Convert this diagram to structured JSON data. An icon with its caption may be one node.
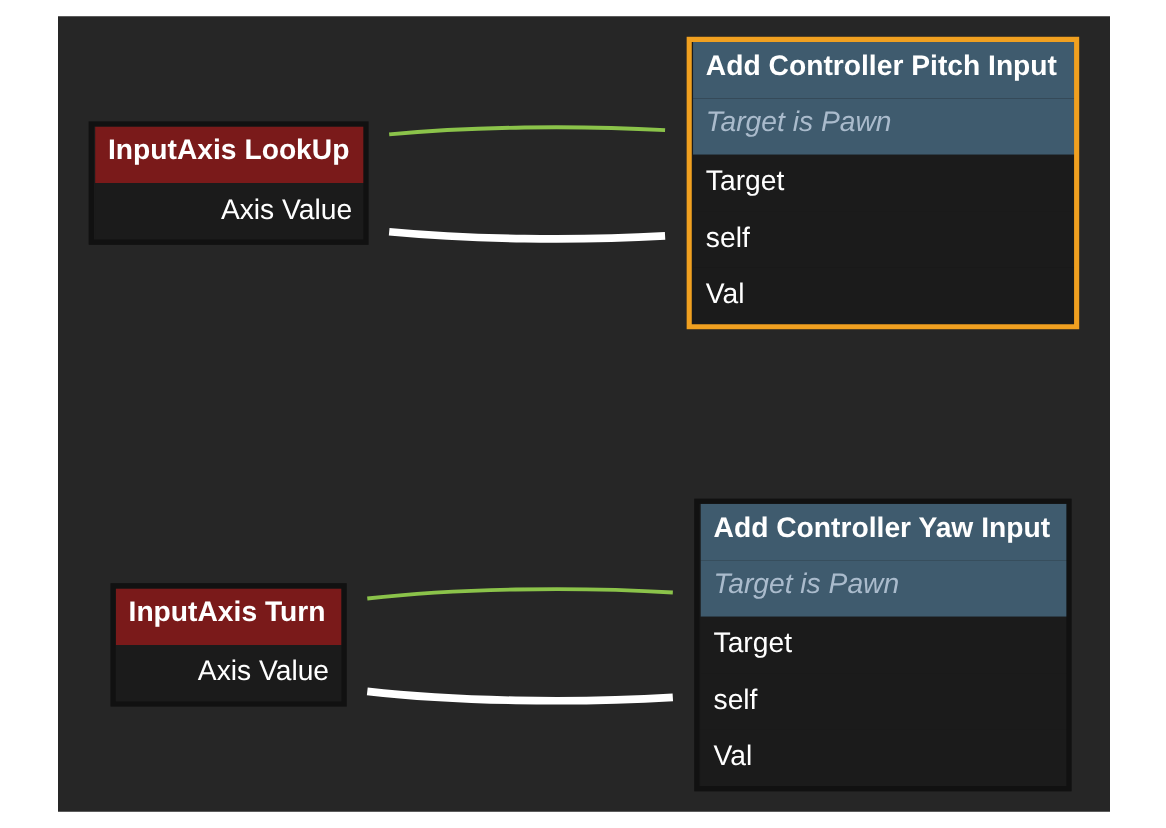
{
  "diagram": {
    "nodes": [
      {
        "text": [
          "InputAxis Turn",
          "Axis Value"
        ]
      },
      {
        "text": [
          "Add Controller Yaw Input",
          "Target is Pawn",
          "Target",
          "self",
          "Val"
        ]
      },
      {
        "text": [
          "InputAxis LookUp",
          "Axis Value"
        ]
      },
      {
        "text": [
          "Add Controller Pitch Input",
          "Target is Pawn",
          "Target",
          "self",
          "Val"
        ]
      }
    ],
    "edges": [
      {
        "from": 0,
        "to": 1,
        "arrow": "none",
        "style": "thick",
        "color": "#ffffff"
      },
      {
        "from": 0,
        "to": 1,
        "arrow": "none",
        "color": "#8bc34a"
      },
      {
        "from": 2,
        "to": 3,
        "arrow": "none",
        "style": "thick",
        "color": "#ffffff"
      },
      {
        "from": 2,
        "to": 3,
        "arrow": "none",
        "color": "#8bc34a"
      }
    ]
  }
}
